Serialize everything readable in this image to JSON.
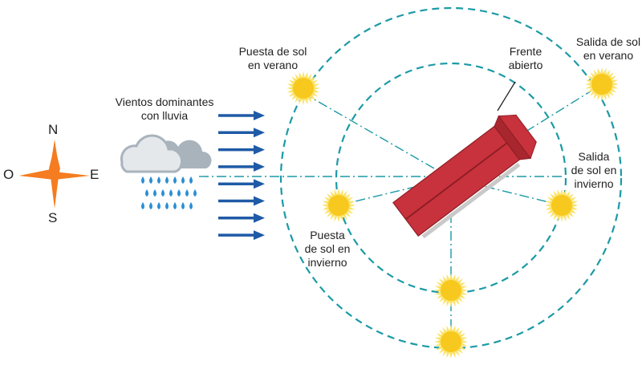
{
  "compass": {
    "north": "N",
    "south": "S",
    "east": "E",
    "west": "O"
  },
  "winds": {
    "line1": "Vientos dominantes",
    "line2": "con lluvia"
  },
  "labels": {
    "summer_sunset": {
      "line1": "Puesta de sol",
      "line2": "en verano"
    },
    "summer_sunrise": {
      "line1": "Salida de sol",
      "line2": "en verano"
    },
    "open_front": {
      "line1": "Frente",
      "line2": "abierto"
    },
    "winter_sunrise": {
      "line1": "Salida",
      "line2": "de sol en",
      "line3": "invierno"
    },
    "winter_sunset": {
      "line1": "Puesta",
      "line2": "de sol en",
      "line3": "invierno"
    }
  },
  "colors": {
    "compass": "#f57c20",
    "arrow": "#1f5aa6",
    "orbit": "#1b9aa6",
    "barn_roof": "#c8323c",
    "barn_dark": "#8e1e25",
    "sun": "#f7c81e",
    "cloud": "#a9b3bc",
    "rain": "#2a8fd4"
  }
}
